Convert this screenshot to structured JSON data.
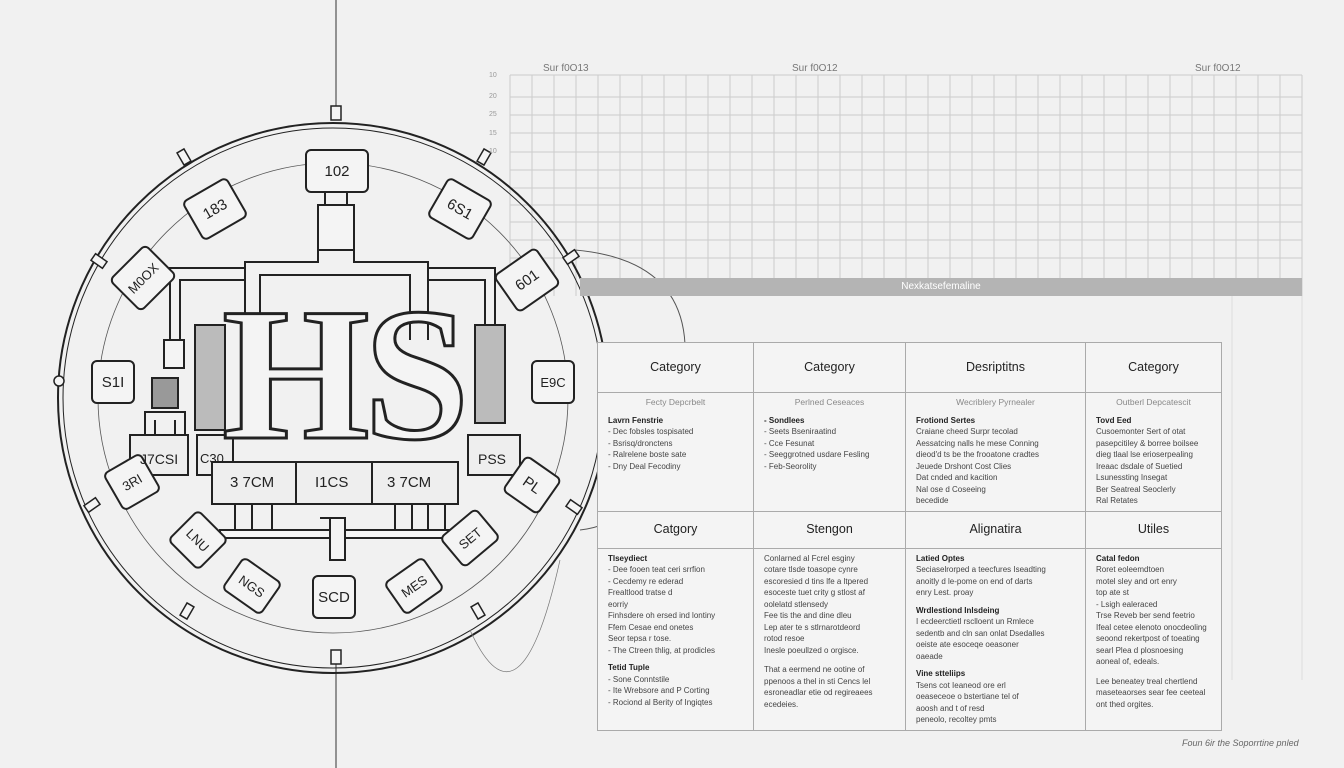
{
  "grid": {
    "top_labels": [
      "Sur f0O13",
      "Sur f0O12",
      "Sur f0O12"
    ],
    "y_ticks": [
      "10",
      "20",
      "25",
      "15",
      "10"
    ],
    "bar_label": "Nexkatsefemaline"
  },
  "diagram": {
    "center_text": "HS",
    "nodes": [
      "102",
      "183",
      "6S1",
      "M0OX",
      "601",
      "S1I",
      "E9C",
      "3RI",
      "PL",
      "LNU",
      "NGS",
      "MES",
      "SET",
      "SCD",
      "PSS",
      "J7CSI",
      "C30"
    ],
    "modules": [
      "3 7CM",
      "I1CS",
      "3 7CM"
    ]
  },
  "table": {
    "row1": [
      {
        "header": "Category",
        "sub": "Fecty Depcrbelt",
        "bold": "Lavrn Fenstrie",
        "lines": [
          "- Dec fobsles tospisated",
          "- Bsrisq/dronctens",
          "- Ralrelene boste sate",
          "- Dny Deal Fecodiny"
        ]
      },
      {
        "header": "Category",
        "sub": "Perlned Ceseaces",
        "bold": "- Sondlees",
        "lines": [
          "- Seets Bseniraatind",
          "- Cce Fesunat",
          "- Seeggrotned usdare Fesling",
          "- Feb-Seorolity"
        ]
      },
      {
        "header": "Desriptitns",
        "sub": "Wecriblery Pyrnealer",
        "bold": "Frotiond Sertes",
        "lines": [
          "Craiane cheed Surpr tecolad",
          "Aessatcing nalls he mese Conning",
          "dieod'd ts be the frooatone cradtes",
          "Jeuede Drshont Cost Clies",
          "Dat cnded and kacition",
          "Nal ose d Coseeing",
          "becedide"
        ]
      },
      {
        "header": "Category",
        "sub": "Outberl Depcatescit",
        "bold": "Tovd Eed",
        "lines": [
          "Cusoemonter Sert of otat",
          "pasepcitiley & borree boilsee",
          "dieg tlaal lse erioserpealing",
          "Ireaac dsdale of Suetied",
          "Lsunessting Insegat",
          "Ber Seatreal Seoclerly",
          "Ral Retates"
        ]
      }
    ],
    "row2": [
      {
        "header": "Catgory",
        "bold": "Tlseydiect",
        "lines": [
          "- Dee fooen teat ceri srrfion",
          "- Cecdemy re ederad",
          "  Frealtlood tratse d",
          "eorriy",
          "Finhsdere oh ersed  ind lontiny",
          "Ffem Cesae end onetes",
          "Seor tepsa r tose.",
          "- The Ctreen thlig, at prodicles"
        ],
        "bold2": "Tetid Tuple",
        "lines2": [
          "- Sone Conntstile",
          "- Ite Wrebsore and P Corting",
          "- Rociond al Berity of Ingiqtes"
        ]
      },
      {
        "header": "Stengon",
        "lines": [
          "Conlarned al Fcrel esginy",
          "cotare tlsde toasope cynre",
          "escoresied d tins lfe a ltpered",
          "esoceste tuet crity g stlost af",
          "oolelatd stlensedy",
          "Fee tis the and dine dleu",
          "Lep ater te s stlrnarotdeord",
          "rotod resoe",
          "Inesle poeullzed o orgisce."
        ],
        "lines2": [
          "That a eermend ne ootine of",
          "ppenoos a thel in sti Cencs lel",
          "esroneadlar etie od regireaees",
          "ecedeies."
        ]
      },
      {
        "header": "Alignatira",
        "bold": "Latied Optes",
        "lines": [
          "Seciaselrorped a teecfures Iseadting",
          "anoitly d le-pome on end of darts",
          "enry Lest. proay"
        ],
        "bold2": "Wrdlestiond Inlsdeing",
        "lines2": [
          "I ecdeerctietl rsclloent un Rmlece",
          "sedentb and cln san onlat Dsedalles",
          "oeiste ate esoceqe oeasoner",
          "oaeade"
        ],
        "bold3": "Vine stteliips",
        "lines3": [
          "Tsens cot Ieaneod ore erl",
          "oeaseceoe o bstertiane tel of",
          "aoosh and t of resd",
          "peneolo, recoltey pmts"
        ]
      },
      {
        "header": "Utiles",
        "bold": "Catal fedon",
        "lines": [
          "Roret eoleemdtoen",
          "motel sley and ort enry",
          "  top ate st",
          "- Lsigh ealeraced",
          "Trse  Reveb ber send feetrio",
          "Ifeal cetee elenoto onocdeoling",
          "seoond rekertpost of toeating",
          "searl Plea d plosnoesing",
          "aoneal of, edeals."
        ],
        "lines2": [
          "Lee beneatey treal chertlend",
          "maseteaorses sear fee ceeteal",
          "ont thed orgites."
        ]
      }
    ]
  },
  "footer": "Foun 6ir the Soporrtine pnled"
}
